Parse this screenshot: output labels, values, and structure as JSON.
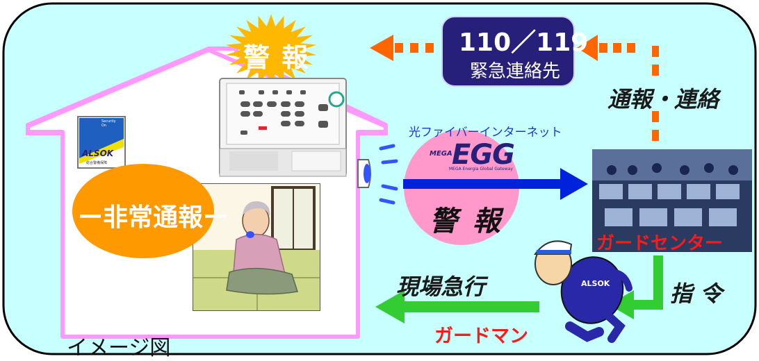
{
  "alarm_burst_label": "警 報",
  "emergency_box": {
    "number": "110／119",
    "label": "緊急連絡先"
  },
  "report_contact_label": "通報・連絡",
  "fiber_label": "光ファイバーインターネット",
  "mega_egg": {
    "small": "MEGA",
    "logo": "EGG",
    "tagline": "MEGA Energia Global Gateway"
  },
  "alarm_circle_label": "警 報",
  "emergency_report_label": "ー非常通報ー",
  "guard_center_label": "ガードセンター",
  "command_label": "指 令",
  "rush_label": "現場急行",
  "guardman_label": "ガードマン",
  "caption": "イメージ図",
  "sticker": {
    "top": "Security On",
    "brand": "ALSOK",
    "sub": "総合警備保障"
  },
  "guard_badge": "ALSOK",
  "colors": {
    "background_panel": "#c8ffff",
    "house_outline": "#ff99ff",
    "burst": "#ffb800",
    "orange_arrow": "#ff6600",
    "navy_box": "#26207a",
    "blue_arrow": "#0022dd",
    "pink_circle": "#ff99cc",
    "oval": "#ff9900",
    "green_arrow": "#33cc33",
    "red_text": "#ff1a1a"
  }
}
